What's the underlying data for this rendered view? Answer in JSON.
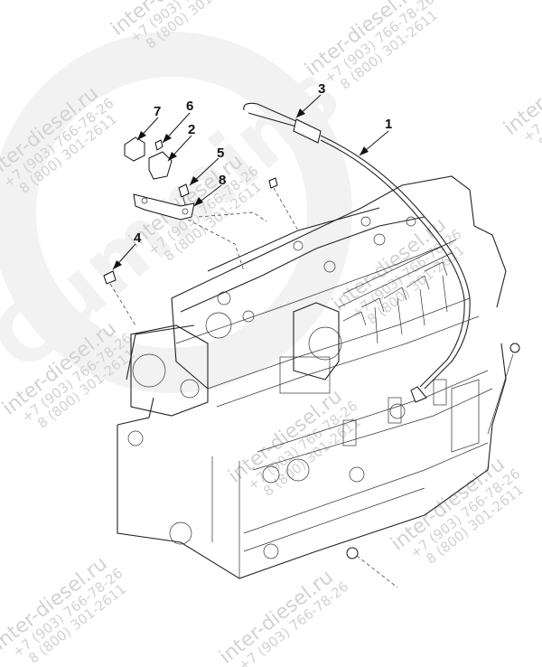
{
  "watermark": {
    "brand_logo": "Cummins",
    "site": "inter-diesel.ru",
    "phone1": "+7 (903) 766-78-26",
    "phone2": "8 (800) 301-2611"
  },
  "callouts": [
    {
      "id": "1",
      "label": "1"
    },
    {
      "id": "2",
      "label": "2"
    },
    {
      "id": "3",
      "label": "3"
    },
    {
      "id": "4",
      "label": "4"
    },
    {
      "id": "5",
      "label": "5"
    },
    {
      "id": "6",
      "label": "6"
    },
    {
      "id": "7",
      "label": "7"
    },
    {
      "id": "8",
      "label": "8"
    }
  ]
}
